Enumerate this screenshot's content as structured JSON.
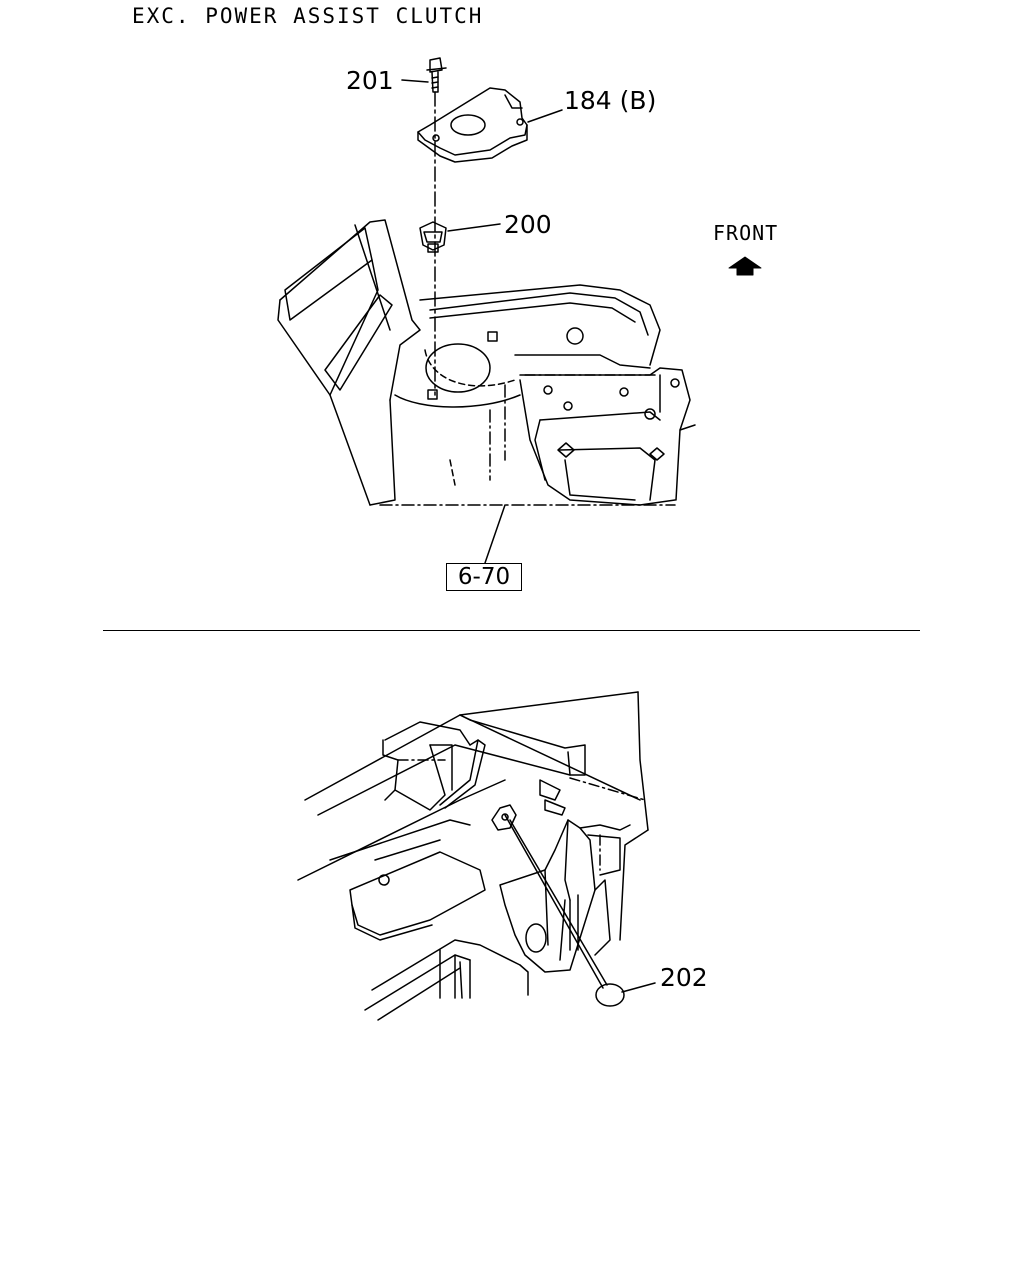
{
  "heading": "EXC. POWER ASSIST CLUTCH",
  "callouts": {
    "bolt": "201",
    "bracket": "184 (B)",
    "nut": "200",
    "plug": "202"
  },
  "front_label": "FRONT",
  "reference": "6-70",
  "icons": {
    "front_arrow": "up-arrow-icon"
  }
}
